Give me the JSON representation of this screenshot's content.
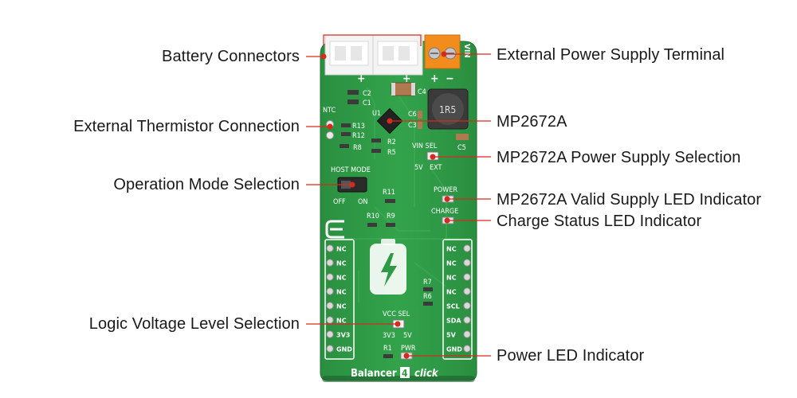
{
  "board": {
    "name_part1": "Balancer",
    "name_number": "4",
    "name_part2": "click",
    "silkscreen": {
      "vin": "VIN",
      "plus_terminal": "+",
      "minus_terminal": "−",
      "plus_conn1": "+",
      "plus_conn2": "+",
      "ntc": "NTC",
      "u1": "U1",
      "c1": "C1",
      "c2": "C2",
      "c3": "C3",
      "c4": "C4",
      "c5": "C5",
      "c6": "C6",
      "r1": "R1",
      "r2": "R2",
      "r5": "R5",
      "r6": "R6",
      "r7": "R7",
      "r8": "R8",
      "r9": "R9",
      "r10": "R10",
      "r11": "R11",
      "r12": "R12",
      "r13": "R13",
      "inductor": "1R5",
      "vin_sel": "VIN SEL",
      "vin_5v": "5V",
      "vin_ext": "EXT",
      "host_mode": "HOST MODE",
      "off": "OFF",
      "on": "ON",
      "power": "POWER",
      "charge": "CHARGE",
      "vcc_sel": "VCC SEL",
      "vcc_3v3": "3V3",
      "vcc_5v": "5V",
      "pwr": "PWR"
    },
    "left_pins": [
      "NC",
      "NC",
      "NC",
      "NC",
      "NC",
      "NC",
      "3V3",
      "GND"
    ],
    "right_pins": [
      "NC",
      "NC",
      "NC",
      "NC",
      "SCL",
      "SDA",
      "5V",
      "GND"
    ]
  },
  "callouts": {
    "battery_connectors": "Battery Connectors",
    "external_thermistor": "External Thermistor Connection",
    "operation_mode": "Operation Mode Selection",
    "logic_voltage": "Logic Voltage Level Selection",
    "ext_power_terminal": "External Power Supply Terminal",
    "mp2672a": "MP2672A",
    "power_supply_selection": "MP2672A Power Supply Selection",
    "valid_supply_led": "MP2672A Valid Supply LED Indicator",
    "charge_status_led": "Charge Status LED Indicator",
    "power_led": "Power LED Indicator"
  },
  "colors": {
    "pcb": "#2e9a45",
    "pcb_dark": "#237a36",
    "terminal": "#f28c1c",
    "callout_line": "#d52b1e",
    "silk": "#ffffff"
  }
}
